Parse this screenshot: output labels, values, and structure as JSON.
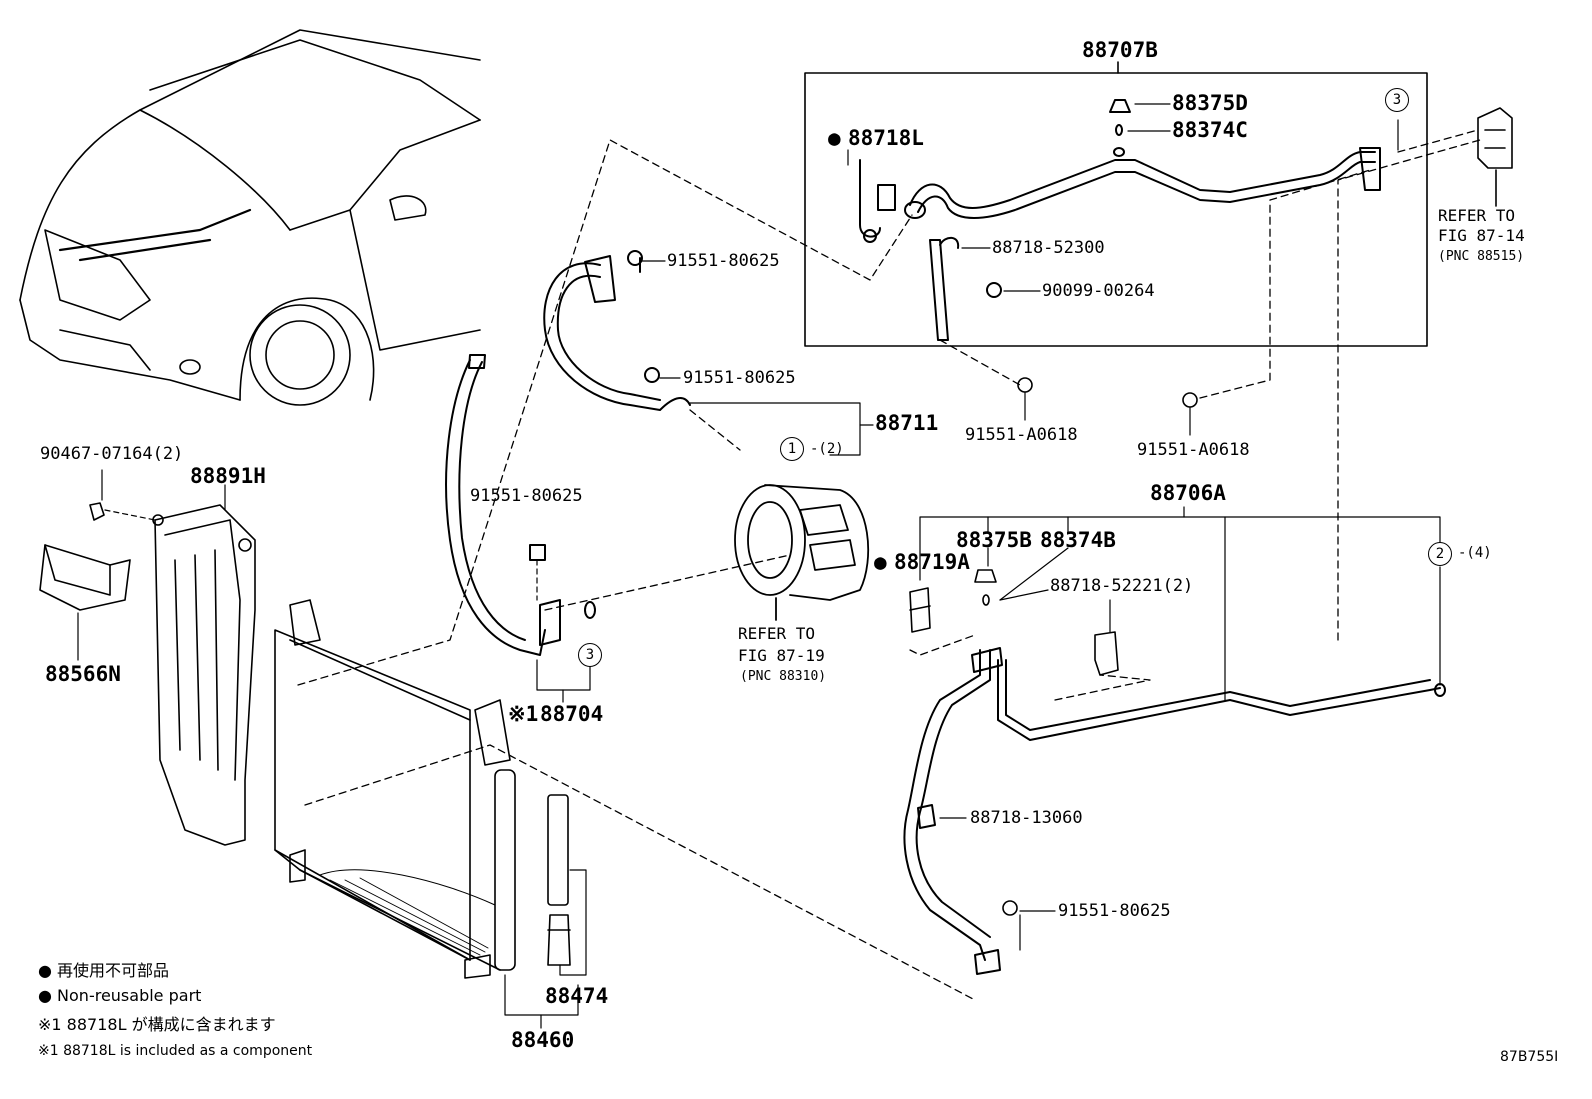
{
  "labels": {
    "p88707B": "88707B",
    "p88375D": "88375D",
    "p88374C": "88374C",
    "p88718L": "88718L",
    "p88718_52300": "88718-52300",
    "p90099_00264": "90099-00264",
    "p91551_80625_a": "91551-80625",
    "p91551_80625_b": "91551-80625",
    "p91551_80625_c": "91551-80625",
    "p91551_80625_d": "91551-80625",
    "p91551_A0618_a": "91551-A0618",
    "p91551_A0618_b": "91551-A0618",
    "p88711": "88711",
    "p90467_07164": "90467-07164(2)",
    "p88891H": "88891H",
    "p88566N": "88566N",
    "p88706A": "88706A",
    "p88375B": "88375B",
    "p88374B": "88374B",
    "p88719A": "88719A",
    "p88718_52221": "88718-52221(2)",
    "p88704": "88704",
    "p88718_13060": "88718-13060",
    "p88474": "88474",
    "p88460": "88460",
    "ref_87_14_line1": "REFER TO",
    "ref_87_14_line2": "FIG 87-14",
    "ref_87_14_pnc": "(PNC 88515)",
    "ref_87_19_line1": "REFER TO",
    "ref_87_19_line2": "FIG 87-19",
    "ref_87_19_pnc": "(PNC 88310)",
    "circle1": "1",
    "circle1_qty": "-(2)",
    "circle2": "2",
    "circle2_qty": "-(4)",
    "circle3_a": "3",
    "circle3_b": "3",
    "note_mark": "※1",
    "dot_mark": "●",
    "figure_id": "87B755I"
  },
  "legend": {
    "jp_nonreusable": "● 再使用不可部品",
    "en_nonreusable": "● Non-reusable part",
    "jp_included": "※1 88718L が構成に含まれます",
    "en_included": "※1 88718L  is included as a component"
  }
}
